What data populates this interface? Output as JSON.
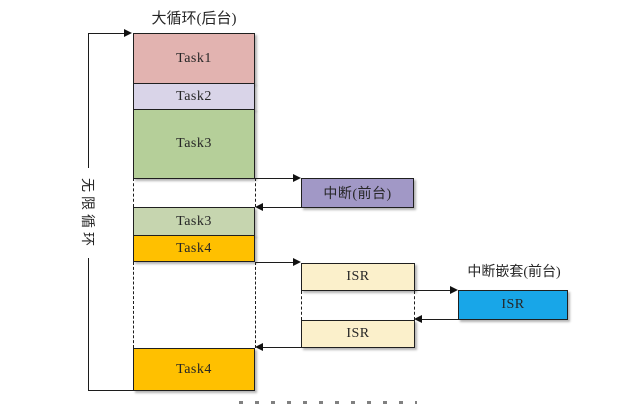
{
  "diagram": {
    "title": "大循环(后台)",
    "infinite_loop_label": "无限循环",
    "background_column": {
      "segments": [
        {
          "label": "Task1",
          "color": "#E2B3B0"
        },
        {
          "label": "Task2",
          "color": "#D9D4E8"
        },
        {
          "label": "Task3",
          "color": "#B5CF99"
        },
        {
          "label": "Task3",
          "color": "#C6D5AF"
        },
        {
          "label": "Task4",
          "color": "#FFC000"
        },
        {
          "label": "Task4",
          "color": "#FFC000"
        }
      ]
    },
    "foreground": {
      "interrupt_box": {
        "label": "中断(前台)",
        "color": "#A198C6"
      },
      "isr_top": {
        "label": "ISR",
        "color": "#FBF0CB"
      },
      "isr_bottom": {
        "label": "ISR",
        "color": "#FBF0CB"
      },
      "nested_interrupt": {
        "title": "中断嵌套(前台)",
        "box": {
          "label": "ISR",
          "color": "#18A6E8"
        }
      }
    },
    "line_color": "#1c1c1c"
  }
}
